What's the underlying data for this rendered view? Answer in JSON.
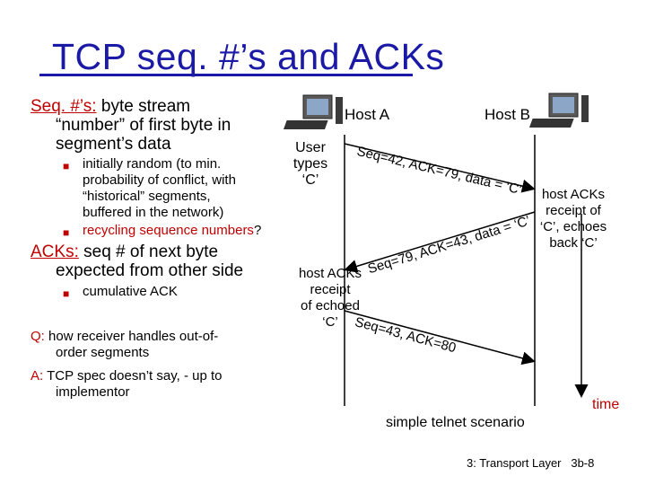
{
  "title": "TCP seq. #’s and ACKs",
  "left": {
    "seq_label": "Seq. #’s:",
    "seq_text_1": "byte stream",
    "seq_text_2": "“number” of first byte in",
    "seq_text_3": "segment’s data",
    "b1_l1": "initially random (to min.",
    "b1_l2": "probability of conflict, with",
    "b1_l3": "“historical” segments,",
    "b1_l4": "buffered in the network)",
    "b2": "recycling sequence numbers",
    "b2_q": "?",
    "ack_label": "ACKs:",
    "ack_text_1": "seq # of next byte",
    "ack_text_2": "expected from other side",
    "b3": "cumulative ACK",
    "q_label": "Q:",
    "q_text_1": "how receiver handles out-of-",
    "q_text_2": "order segments",
    "a_label": "A:",
    "a_text_1": "TCP spec doesn’t say, - up to",
    "a_text_2": "implementor"
  },
  "diagram": {
    "host_a": "Host A",
    "host_b": "Host B",
    "user_l1": "User",
    "user_l2": "types",
    "user_l3": "‘C’",
    "msg1": "Seq=42, ACK=79, data = ‘C’",
    "msg2": "Seq=79, ACK=43, data = ‘C’",
    "msg3": "Seq=43, ACK=80",
    "b_note_l1": "host ACKs",
    "b_note_l2": "receipt of",
    "b_note_l3": "‘C’, echoes",
    "b_note_l4": "back ‘C’",
    "a_note_l1": "host ACKs",
    "a_note_l2": "receipt",
    "a_note_l3": "of echoed",
    "a_note_l4": "‘C’",
    "time": "time",
    "caption": "simple telnet scenario"
  },
  "footer": "3: Transport Layer   3b-8",
  "colors": {
    "title": "#1a1aa6",
    "accent": "#c00000"
  },
  "icons": [
    "computer-icon",
    "square-bullet-icon"
  ]
}
